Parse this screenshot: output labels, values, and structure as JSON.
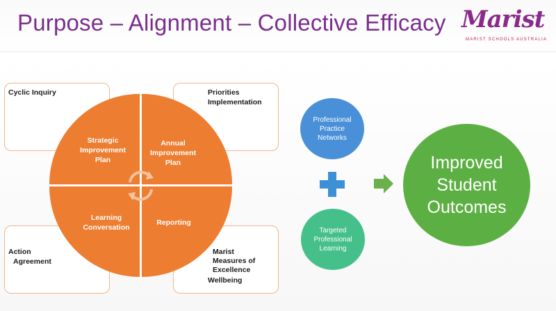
{
  "header": {
    "title": "Purpose – Alignment – Collective Efficacy",
    "logo_word": "Marist",
    "logo_subtitle": "MARIST SCHOOLS AUSTRALIA"
  },
  "corners": {
    "top_left": "Cyclic Inquiry",
    "top_right_line1": "Priorities",
    "top_right_line2": "Implementation",
    "bottom_left_line1": "Action",
    "bottom_left_line2": "Agreement",
    "bottom_right_line1": "Marist",
    "bottom_right_line2": "Measures of",
    "bottom_right_line3": "Excellence",
    "bottom_right_line4": "Wellbeing"
  },
  "quadrants": {
    "top_left_line1": "Strategic",
    "top_left_line2": "Improvement",
    "top_left_line3": "Plan",
    "top_right_line1": "Annual",
    "top_right_line2": "Improvement",
    "top_right_line3": "Plan",
    "bottom_left_line1": "Learning",
    "bottom_left_line2": "Conversation",
    "bottom_right": "Reporting"
  },
  "inputs": {
    "top_line1": "Professional",
    "top_line2": "Practice",
    "top_line3": "Networks",
    "bottom_line1": "Targeted",
    "bottom_line2": "Professional",
    "bottom_line3": "Learning"
  },
  "outcome": {
    "line1": "Improved",
    "line2": "Student",
    "line3": "Outcomes"
  },
  "colors": {
    "title": "#7b2d8e",
    "cycle_orange": "#ed7d31",
    "corner_border": "#f0b58a",
    "network_blue": "#4a90d9",
    "learning_teal": "#45c08a",
    "plus_blue": "#3d8fd6",
    "arrow_green": "#6ab04c",
    "outcome_green": "#5cb043"
  },
  "icons": {
    "cycle": "circular-arrows-icon",
    "plus": "plus-icon",
    "arrow": "right-arrow-icon"
  }
}
